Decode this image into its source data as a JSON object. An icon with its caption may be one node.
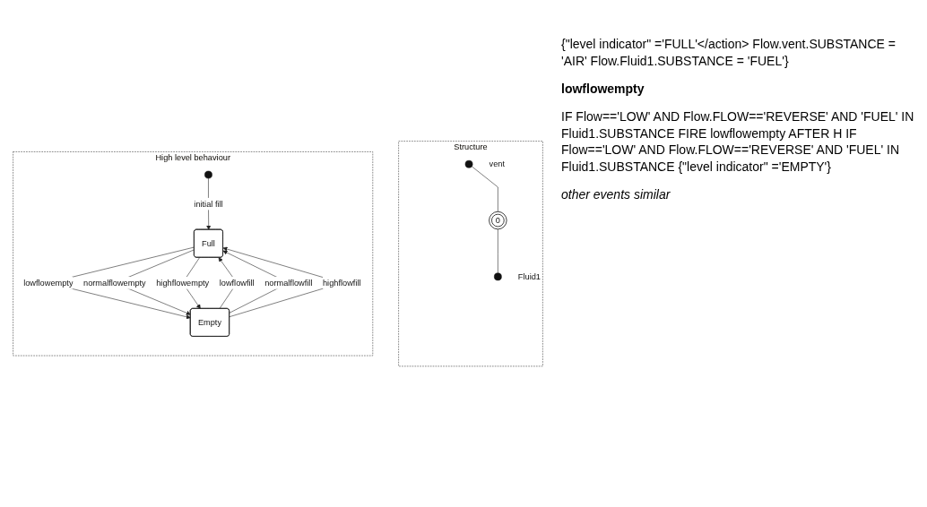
{
  "diagram": {
    "nodes": [
      {
        "text": [
          "Structure"
        ]
      },
      {
        "text": [],
        "shape": "circle",
        "in": 0,
        "beside": [
          "vent"
        ]
      },
      {
        "text": [
          "0"
        ],
        "in": 0
      },
      {
        "text": [],
        "shape": "circle",
        "in": 0,
        "beside": [
          "Fluid1"
        ]
      },
      {
        "text": [
          "High level behaviour"
        ]
      },
      {
        "text": [
          "Full"
        ],
        "in": 4
      },
      {
        "text": [
          "Empty"
        ],
        "in": 4
      },
      {
        "text": [],
        "shape": "circle",
        "in": 4
      }
    ],
    "edges": [
      {
        "from": 1,
        "to": 2,
        "arrow": "none"
      },
      {
        "from": 2,
        "to": 3,
        "arrow": "none"
      },
      {
        "from": 7,
        "to": 5,
        "arrow": "to",
        "label": "initial fill"
      },
      {
        "from": 5,
        "to": 6,
        "arrow": "to",
        "label": "lowflowempty"
      },
      {
        "from": 5,
        "to": 6,
        "arrow": "to",
        "label": "normalflowempty"
      },
      {
        "from": 5,
        "to": 6,
        "arrow": "to",
        "label": "highflowempty"
      },
      {
        "from": 6,
        "to": 5,
        "arrow": "to",
        "label": "lowflowfill"
      },
      {
        "from": 6,
        "to": 5,
        "arrow": "to",
        "label": "normalflowfill"
      },
      {
        "from": 6,
        "to": 5,
        "arrow": "to",
        "label": "highflowfill"
      }
    ],
    "labels": [
      "{\"level indicator\" ='FULL'</action> Flow.vent.SUBSTANCE = 'AIR' Flow.Fluid1.SUBSTANCE = 'FUEL'}",
      "lowflowempty",
      "IF Flow=='LOW' AND Flow.FLOW=='REVERSE' AND 'FUEL' IN Fluid1.SUBSTANCE FIRE lowflowempty AFTER H IF Flow=='LOW' AND Flow.FLOW=='REVERSE' AND 'FUEL' IN Fluid1.SUBSTANCE {\"level indicator\" ='EMPTY'}",
      "other events similar"
    ]
  }
}
